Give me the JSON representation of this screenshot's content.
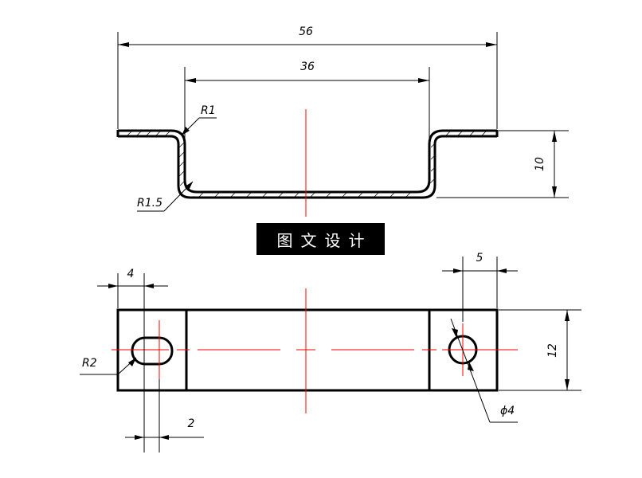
{
  "banner": {
    "text": "图文设计"
  },
  "front_view": {
    "dims": {
      "overall_width": "56",
      "inner_width": "36",
      "height": "10",
      "inner_radius": "R1",
      "outer_radius": "R1.5"
    }
  },
  "top_view": {
    "dims": {
      "slot_offset": "4",
      "hole_offset": "5",
      "depth": "12",
      "slot_radius": "R2",
      "slot_width": "2",
      "hole_diameter": "ϕ4"
    }
  },
  "colors": {
    "outline": "#000000",
    "centerline": "#ff0000",
    "banner_bg": "#000000",
    "banner_text": "#ffffff"
  }
}
